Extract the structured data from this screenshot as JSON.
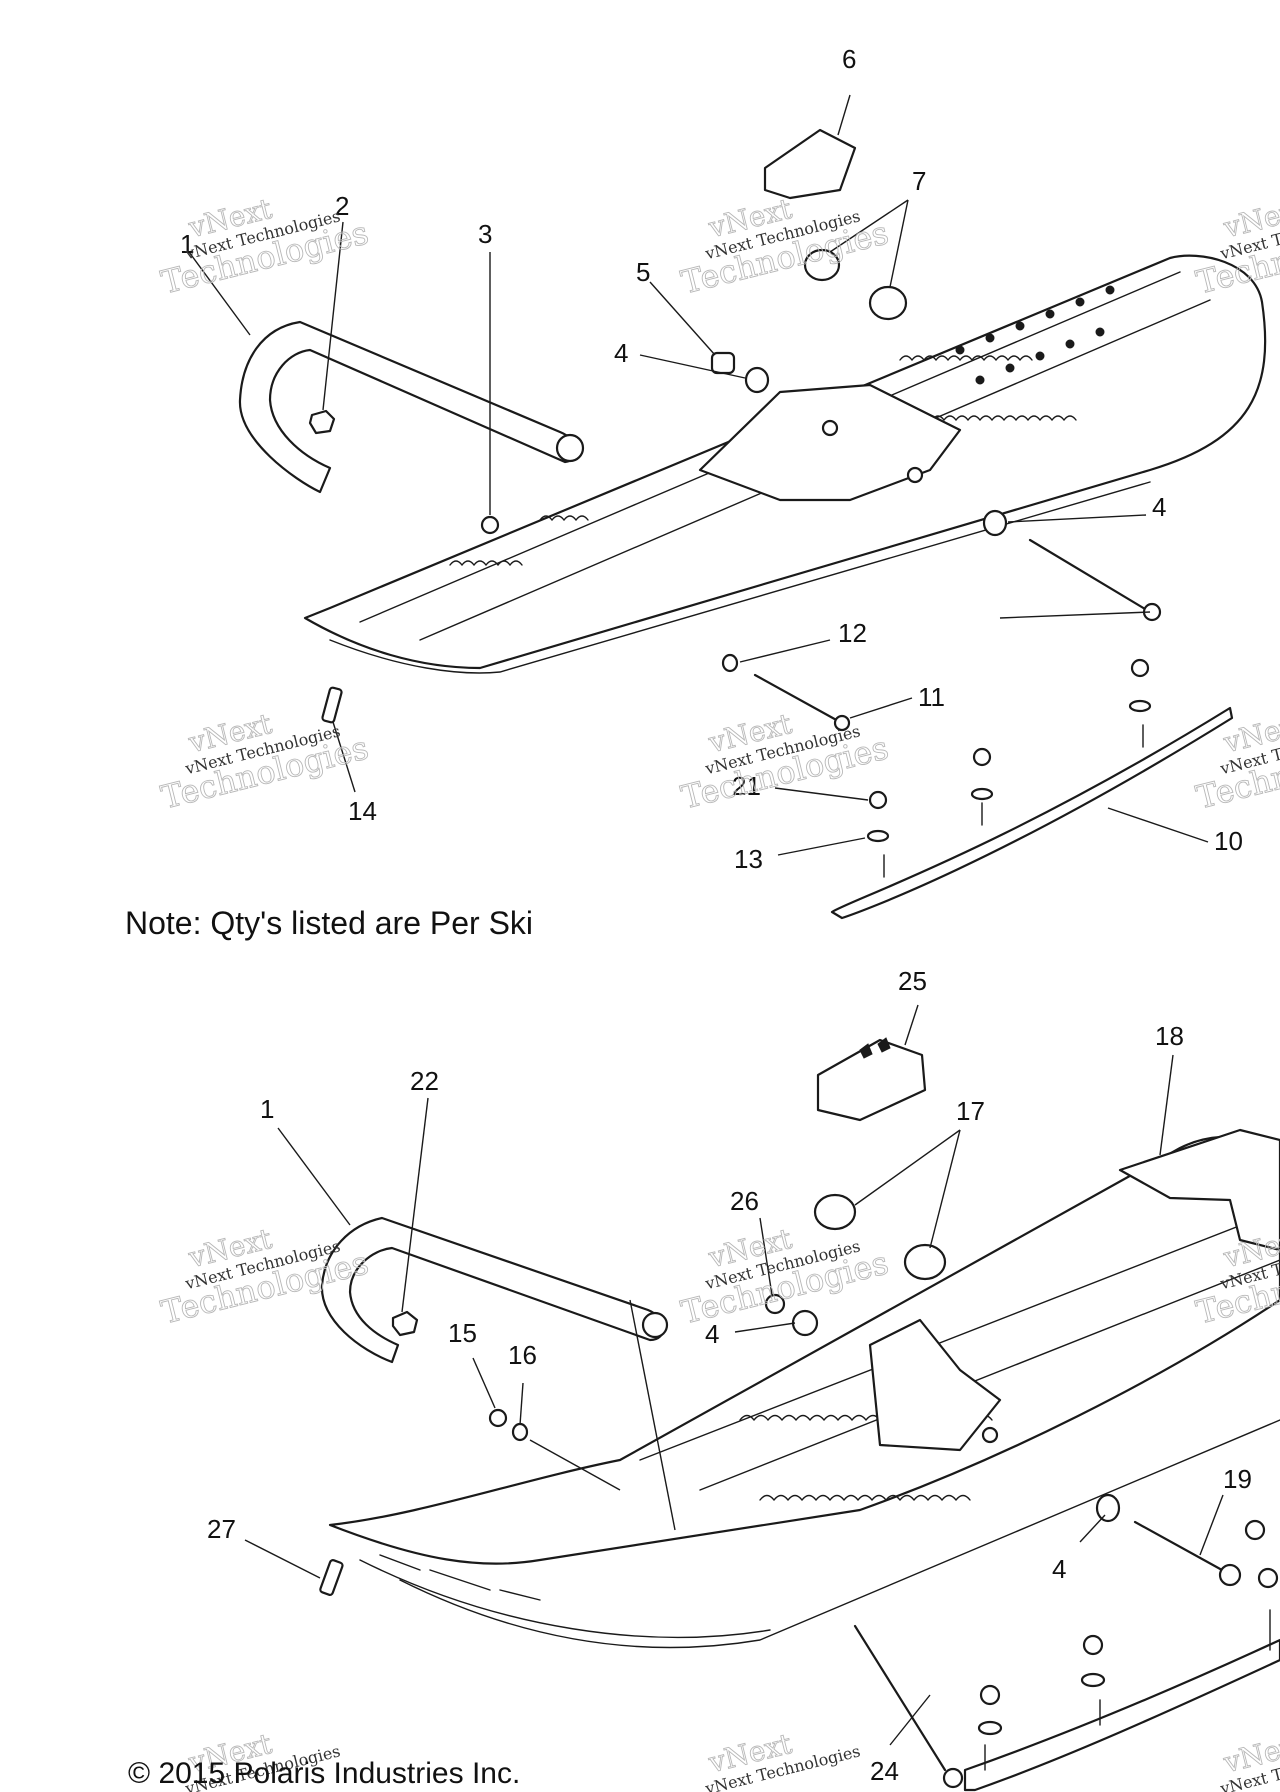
{
  "note": "Note: Qty's listed are Per Ski",
  "copyright": "© 2015 Polaris Industries Inc.",
  "watermark": {
    "brand": "vNext",
    "line1": "vNext Technologies",
    "line2": "Technologies"
  },
  "callouts": {
    "c1a": "1",
    "c2": "2",
    "c3": "3",
    "c4a": "4",
    "c5": "5",
    "c6": "6",
    "c7": "7",
    "c4b": "4",
    "c12": "12",
    "c11": "11",
    "c14": "14",
    "c21": "21",
    "c13": "13",
    "c10": "10",
    "c25": "25",
    "c18": "18",
    "c1b": "1",
    "c22": "22",
    "c17": "17",
    "c26": "26",
    "c4c": "4",
    "c15": "15",
    "c16": "16",
    "c27": "27",
    "c19": "19",
    "c4d": "4",
    "c24": "24"
  },
  "colors": {
    "line": "#1a1a1a",
    "watermark": "#b8b8b8",
    "background": "#ffffff"
  }
}
